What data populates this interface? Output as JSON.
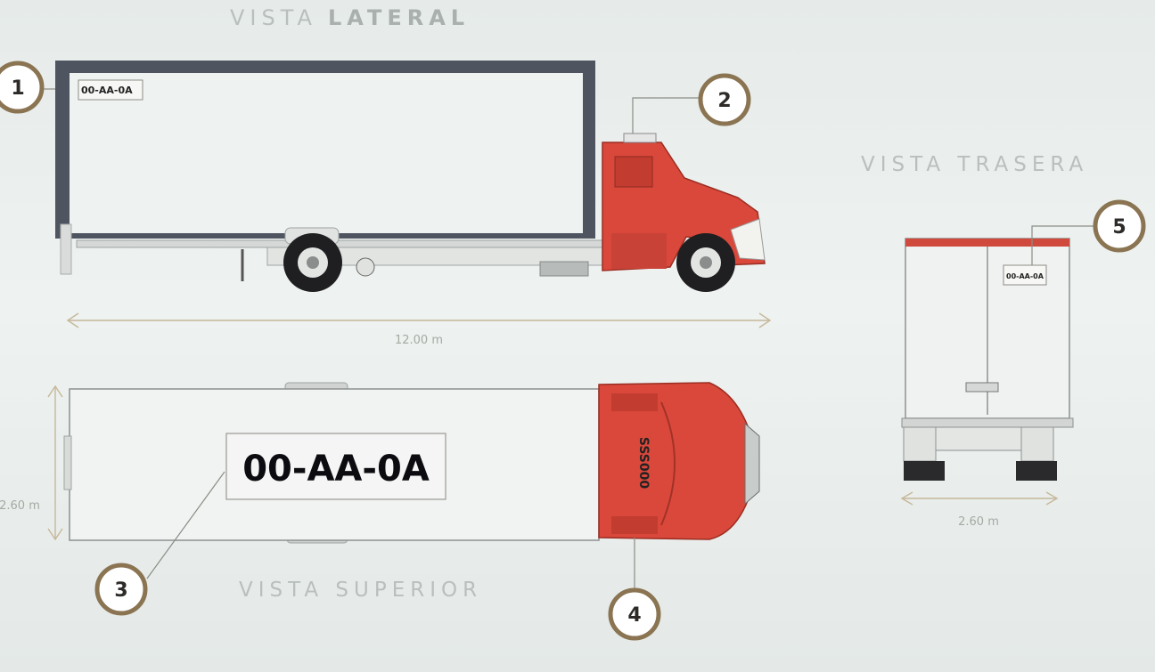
{
  "views": {
    "lateral": {
      "title_light": "VISTA",
      "title_bold": "LATERAL",
      "length_label": "12.00 m",
      "plate_label": "00-AA-0A"
    },
    "trasera": {
      "title": "VISTA TRASERA",
      "width_label": "2.60 m",
      "plate_label": "00-AA-0A"
    },
    "superior": {
      "title": "VISTA SUPERIOR",
      "width_label": "2.60 m",
      "plate_label": "00-AA-0A",
      "cab_text": "SSS000"
    }
  },
  "markers": [
    "1",
    "2",
    "3",
    "4",
    "5"
  ],
  "colors": {
    "cab_red": "#d9483b",
    "frame_gray": "#4e5560",
    "marker_ring": "#8a7452",
    "dimension_line": "#c6b89a",
    "rear_red_stripe": "#cf4a3d"
  }
}
